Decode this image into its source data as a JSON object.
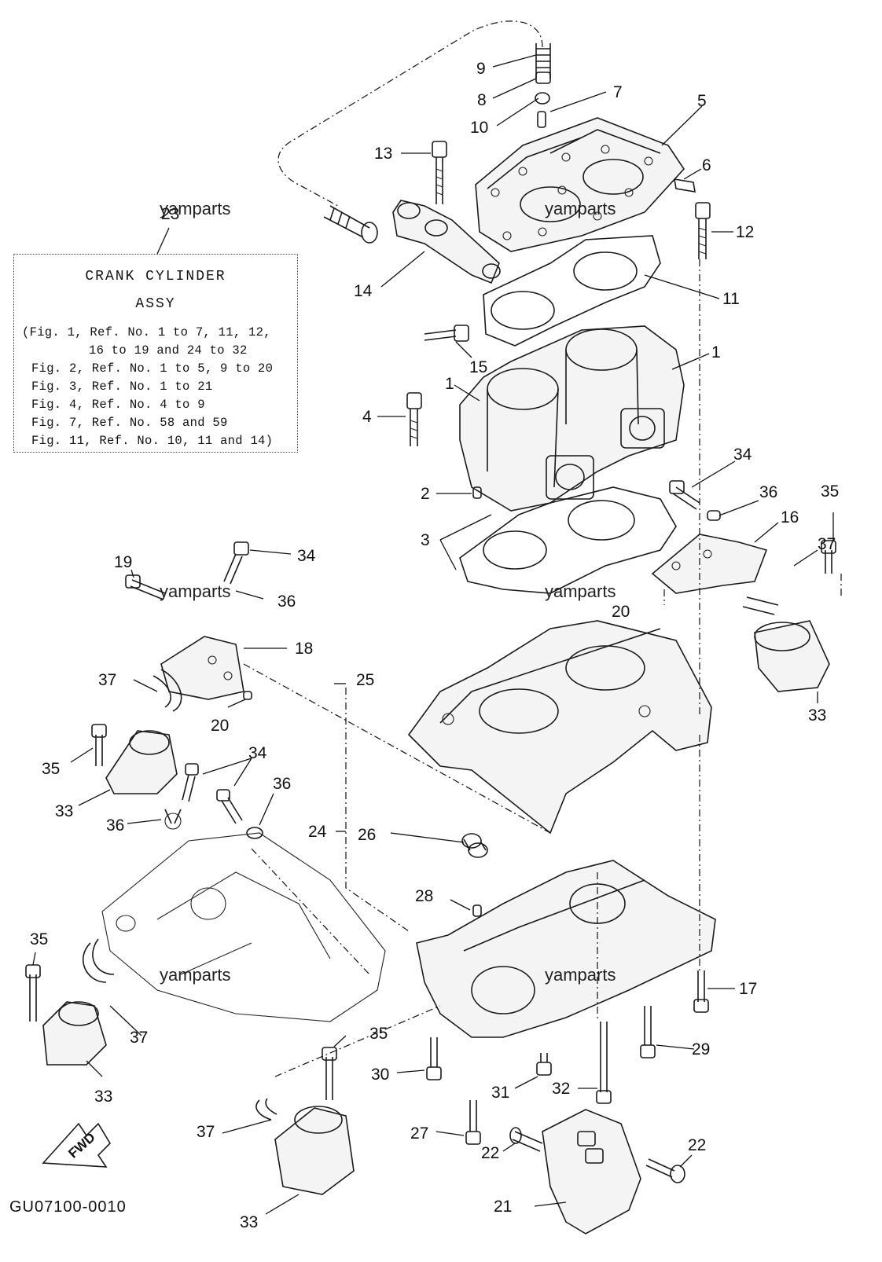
{
  "labels": {
    "l1a": "1",
    "l1b": "1",
    "l2": "2",
    "l3": "3",
    "l4": "4",
    "l5": "5",
    "l6": "6",
    "l7": "7",
    "l8": "8",
    "l9": "9",
    "l10": "10",
    "l11": "11",
    "l12": "12",
    "l13": "13",
    "l14": "14",
    "l15": "15",
    "l16": "16",
    "l17": "17",
    "l18": "18",
    "l19": "19",
    "l20a": "20",
    "l20b": "20",
    "l21": "21",
    "l22a": "22",
    "l22b": "22",
    "l23": "23",
    "l24": "24",
    "l25": "25",
    "l26": "26",
    "l27": "27",
    "l28": "28",
    "l29": "29",
    "l30": "30",
    "l31": "31",
    "l32": "32",
    "l33a": "33",
    "l33b": "33",
    "l33c": "33",
    "l33d": "33",
    "l34a": "34",
    "l34b": "34",
    "l34c": "34",
    "l35a": "35",
    "l35b": "35",
    "l35c": "35",
    "l35d": "35",
    "l36a": "36",
    "l36b": "36",
    "l36c": "36",
    "l36d": "36",
    "l37a": "37",
    "l37b": "37",
    "l37c": "37",
    "l37d": "37"
  },
  "watermarks": [
    "yamparts",
    "yamparts",
    "yamparts",
    "yamparts",
    "yamparts",
    "yamparts"
  ],
  "legend": {
    "title1": "CRANK CYLINDER",
    "title2": "ASSY",
    "lines": [
      "(Fig. 1, Ref. No. 1 to 7, 11, 12,",
      "16 to 19 and 24 to 32",
      "Fig. 2, Ref. No. 1 to 5, 9 to 20",
      "Fig. 3, Ref. No. 1 to 21",
      "Fig. 4, Ref. No. 4 to 9",
      "Fig. 7, Ref. No. 58 and 59",
      "Fig. 11, Ref. No. 10, 11 and 14)"
    ]
  },
  "fwd_label": "FWD",
  "diagram_code": "GU07100-0010"
}
